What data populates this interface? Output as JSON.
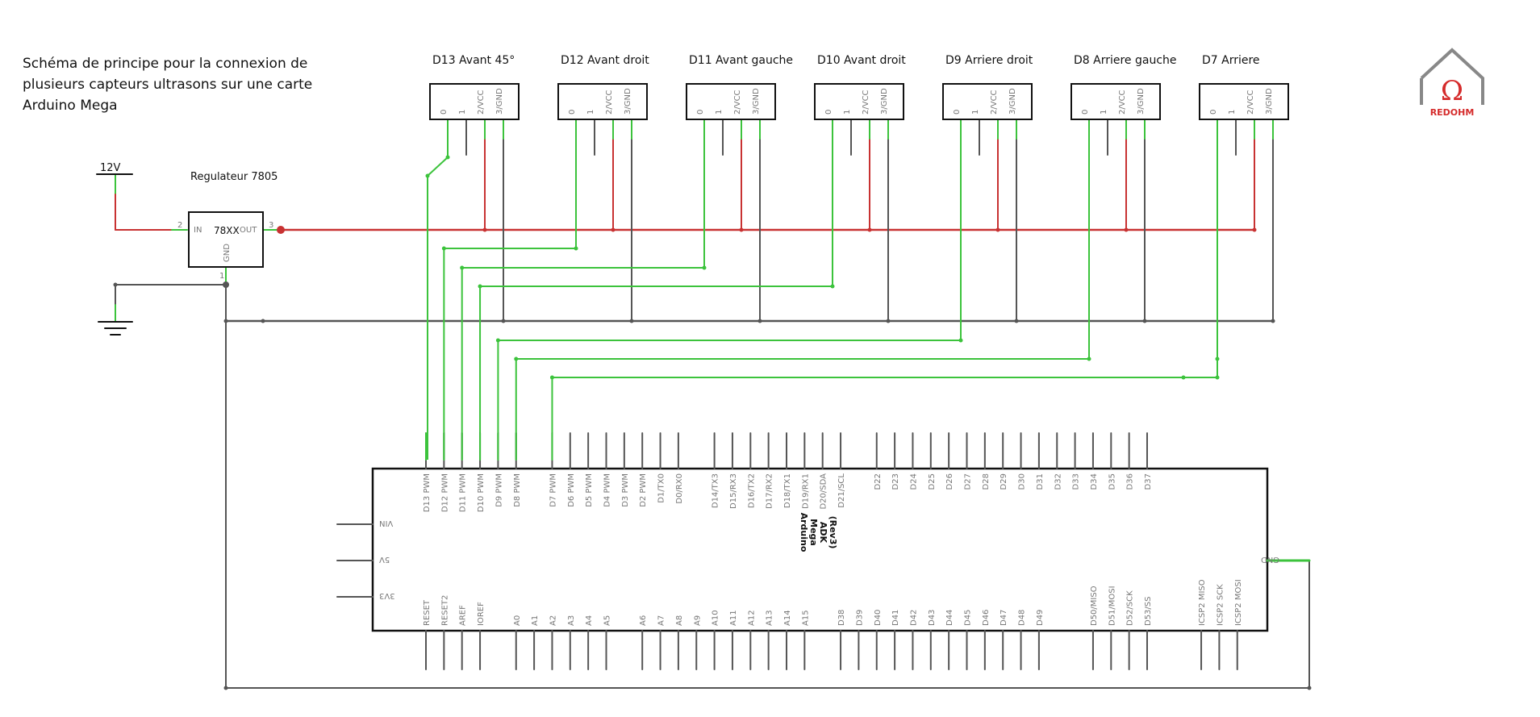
{
  "title": "Schéma de principe pour la connexion de\nplusieurs capteurs ultrasons sur une carte\nArduino Mega",
  "logo": {
    "text": "REDOHM",
    "color": "#d52b2b"
  },
  "colors": {
    "power": "#c83232",
    "signal": "#3cc33c",
    "ground": "#555555",
    "outline": "#111111"
  },
  "supply": {
    "label": "12V"
  },
  "regulator": {
    "caption": "Regulateur 7805",
    "name": "78XX",
    "in": "IN",
    "out": "OUT",
    "gnd": "GND",
    "pin_in": "2",
    "pin_out": "3",
    "pin_gnd": "1"
  },
  "sensor_pins": [
    "0",
    "1",
    "2/VCC",
    "3/GND"
  ],
  "sensors": [
    {
      "label": "D13 Avant 45°",
      "arduino_pin": "D13 PWM"
    },
    {
      "label": "D12 Avant droit",
      "arduino_pin": "D12 PWM"
    },
    {
      "label": "D11 Avant gauche",
      "arduino_pin": "D11 PWM"
    },
    {
      "label": "D10 Avant droit",
      "arduino_pin": "D10 PWM"
    },
    {
      "label": "D9 Arriere droit",
      "arduino_pin": "D9 PWM"
    },
    {
      "label": "D8 Arriere gauche",
      "arduino_pin": "D8 PWM"
    },
    {
      "label": "D7 Arriere",
      "arduino_pin": "D7 PWM"
    }
  ],
  "arduino": {
    "name": [
      "Arduino",
      "Mega",
      "ADK",
      "(Rev3)"
    ],
    "top_pins": [
      "D13 PWM",
      "D12 PWM",
      "D11 PWM",
      "D10 PWM",
      "D9 PWM",
      "D8 PWM",
      "",
      "D7 PWM",
      "D6 PWM",
      "D5 PWM",
      "D4 PWM",
      "D3 PWM",
      "D2 PWM",
      "D1/TX0",
      "D0/RX0",
      "",
      "D14/TX3",
      "D15/RX3",
      "D16/TX2",
      "D17/RX2",
      "D18/TX1",
      "D19/RX1",
      "D20/SDA",
      "D21/SCL",
      "",
      "D22",
      "D23",
      "D24",
      "D25",
      "D26",
      "D27",
      "D28",
      "D29",
      "D30",
      "D31",
      "D32",
      "D33",
      "D34",
      "D35",
      "D36",
      "D37"
    ],
    "bottom_pins": [
      "RESET",
      "RESET2",
      "AREF",
      "IOREF",
      "",
      "A0",
      "A1",
      "A2",
      "A3",
      "A4",
      "A5",
      "",
      "A6",
      "A7",
      "A8",
      "A9",
      "A10",
      "A11",
      "A12",
      "A13",
      "A14",
      "A15",
      "",
      "D38",
      "D39",
      "D40",
      "D41",
      "D42",
      "D43",
      "D44",
      "D45",
      "D46",
      "D47",
      "D48",
      "D49",
      "",
      "",
      "D50/MISO",
      "D51/MOSI",
      "D52/SCK",
      "D53/SS",
      "",
      "",
      "ICSP2 MISO",
      "ICSP2 SCK",
      "ICSP2 MOSI"
    ],
    "left_pins": [
      "VIN",
      "5V",
      "3V3"
    ],
    "right_pins": [
      "GND"
    ]
  }
}
